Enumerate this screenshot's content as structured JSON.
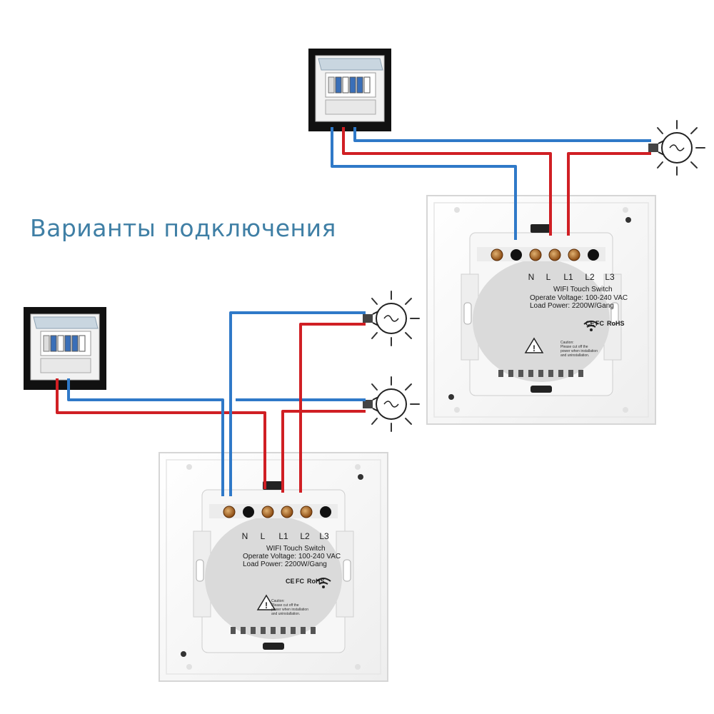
{
  "heading": "Варианты подключения",
  "colors": {
    "phase": "#d01f24",
    "neutral": "#2f79c8",
    "heading": "#3f7fa5"
  },
  "switch_top": {
    "terminals": [
      "N",
      "L",
      "L1",
      "L2",
      "L3"
    ],
    "title": "WIFI Touch Switch",
    "voltage": "Operate Voltage: 100-240 VAC",
    "load": "Load Power: 2200W/Gang",
    "marks": [
      "CE",
      "FC",
      "RoHS"
    ],
    "caution_title": "Caution:",
    "caution_lines": [
      "Please cut off the",
      "power when installation",
      "and uninstallation."
    ]
  },
  "switch_bottom": {
    "terminals": [
      "N",
      "L",
      "L1",
      "L2",
      "L3"
    ],
    "title": "WIFI Touch Switch",
    "voltage": "Operate Voltage: 100-240 VAC",
    "load": "Load Power: 2200W/Gang",
    "marks": [
      "CE",
      "FC",
      "RoHS"
    ],
    "caution_title": "Caution:",
    "caution_lines": [
      "Please cut off the",
      "power when installation",
      "and uninstallation."
    ]
  },
  "icons": [
    "breaker-panel-icon",
    "light-bulb-icon",
    "wifi-icon",
    "warning-icon"
  ]
}
